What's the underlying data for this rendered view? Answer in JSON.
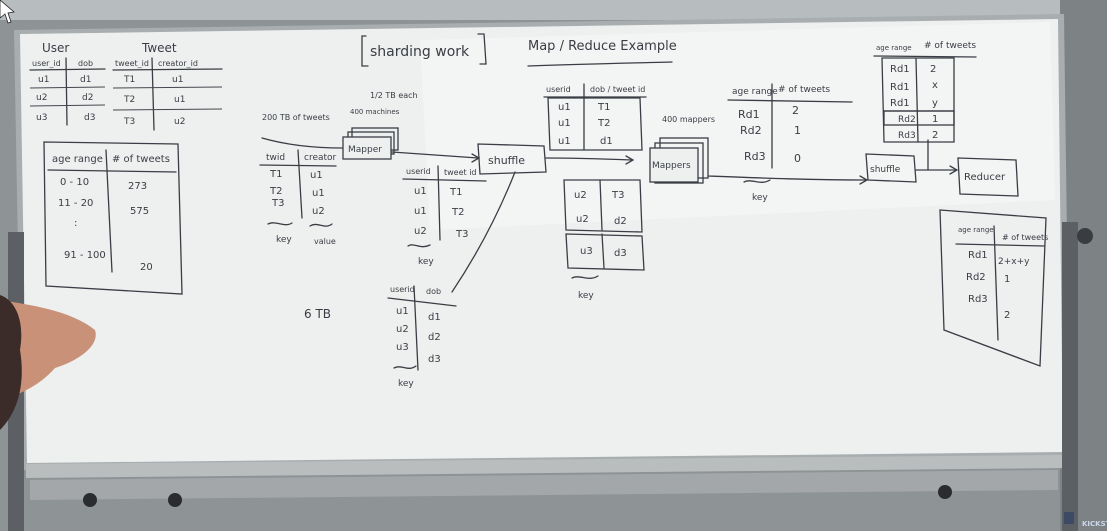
{
  "board": {
    "title": "sharding work",
    "subtitle": "Map / Reduce Example"
  },
  "user_table": {
    "title": "User",
    "headers": [
      "user_id",
      "dob"
    ],
    "rows": [
      [
        "u1",
        "d1"
      ],
      [
        "u2",
        "d2"
      ],
      [
        "u3",
        "d3"
      ]
    ]
  },
  "tweet_table": {
    "title": "Tweet",
    "headers": [
      "tweet_id",
      "creator_id"
    ],
    "rows": [
      [
        "T1",
        "u1"
      ],
      [
        "T2",
        "u1"
      ],
      [
        "T3",
        "u2"
      ]
    ]
  },
  "age_table": {
    "headers": [
      "age range",
      "# of tweets"
    ],
    "rows": [
      [
        "0 - 10",
        "273"
      ],
      [
        "11 - 20",
        "575"
      ],
      [
        ":",
        ""
      ],
      [
        "91 - 100",
        "20"
      ]
    ]
  },
  "map_stage": {
    "size_label": "200 TB of tweets",
    "half_label": "1/2 TB each",
    "machines_label": "400 machines",
    "mapper_label": "Mapper",
    "input_headers": [
      "twid",
      "creator"
    ],
    "input_rows": [
      [
        "T1",
        "u1"
      ],
      [
        "T2",
        "u1"
      ],
      [
        "T3",
        "u2"
      ]
    ],
    "key_label": "key",
    "value_label": "value",
    "out_headers": [
      "userid",
      "tweet id"
    ],
    "out_rows": [
      [
        "u1",
        "T1"
      ],
      [
        "u1",
        "T2"
      ],
      [
        "u2",
        "T3"
      ]
    ],
    "out_key_label": "key"
  },
  "dob_stage": {
    "size_label": "6 TB",
    "headers": [
      "userid",
      "dob"
    ],
    "rows": [
      [
        "u1",
        "d1"
      ],
      [
        "u2",
        "d2"
      ],
      [
        "u3",
        "d3"
      ]
    ],
    "key_label": "key"
  },
  "shuffle_stage": {
    "label": "shuffle",
    "table_headers": [
      "userid",
      "dob / tweet id"
    ],
    "table_rows": [
      [
        "u1",
        "T1"
      ],
      [
        "u1",
        "T2"
      ],
      [
        "u1",
        "d1"
      ]
    ],
    "block2_rows": [
      [
        "u2",
        "T3"
      ],
      [
        "u2",
        "d2"
      ]
    ],
    "block3_rows": [
      [
        "u3",
        "d3"
      ]
    ],
    "key_label": "key"
  },
  "mapper2": {
    "count_label": "400 mappers",
    "label": "Mappers"
  },
  "age_rd_table": {
    "headers": [
      "age range",
      "# of tweets"
    ],
    "rows": [
      [
        "Rd1",
        "2"
      ],
      [
        "Rd2",
        "1"
      ],
      [
        "Rd3",
        "0"
      ]
    ],
    "key_label": "key"
  },
  "right_table": {
    "headers": [
      "age range",
      "# of tweets"
    ],
    "rows": [
      [
        "Rd1",
        "2"
      ],
      [
        "Rd1",
        "x"
      ],
      [
        "Rd1",
        "y"
      ],
      [
        "Rd2",
        "1"
      ],
      [
        "Rd3",
        "2"
      ]
    ]
  },
  "shuffle2_label": "shuffle",
  "reducer_label": "Reducer",
  "final_table": {
    "headers": [
      "age range",
      "# of tweets"
    ],
    "rows": [
      [
        "Rd1",
        "2+x+y"
      ],
      [
        "Rd2",
        "1"
      ],
      [
        "Rd3",
        "2"
      ]
    ]
  },
  "logo": {
    "text": "KICKST"
  }
}
